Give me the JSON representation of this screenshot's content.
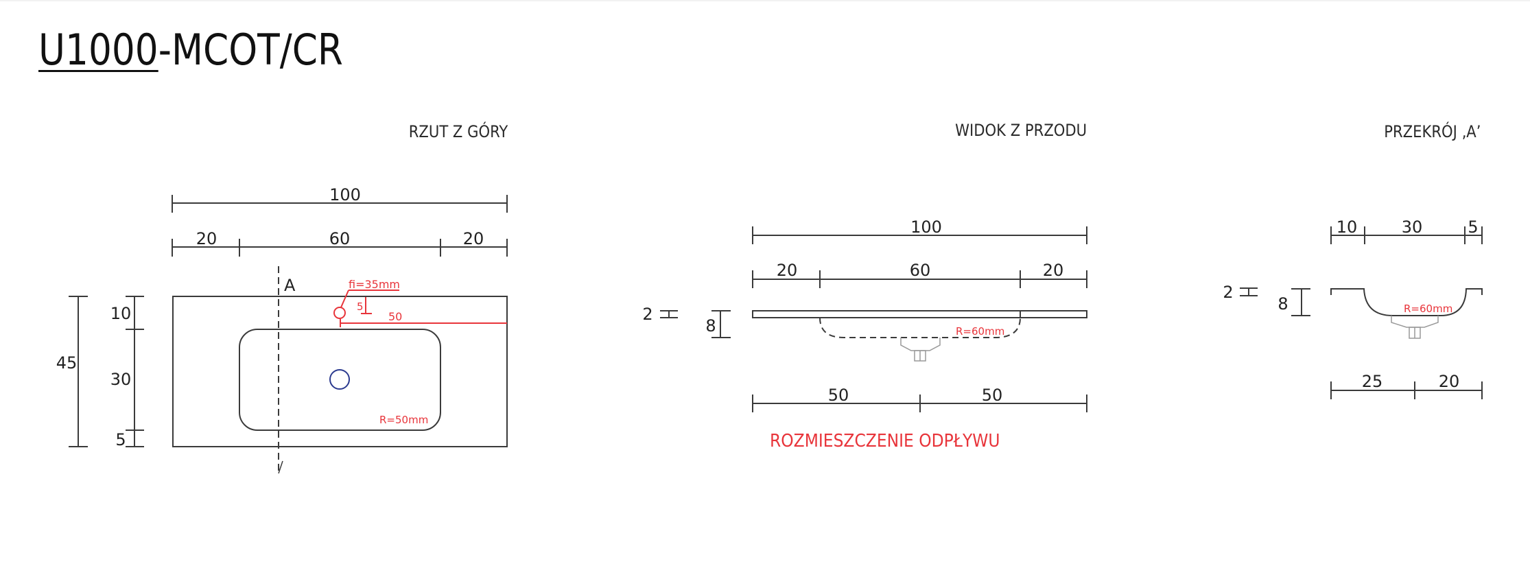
{
  "product": {
    "code_underlined": "U1000",
    "code_rest": "-MCOT/CR"
  },
  "colors": {
    "line": "#3a3a3a",
    "annotation_red": "#e8343a",
    "drain_blue": "#2b3a8f"
  },
  "views": {
    "top": {
      "title": "RZUT Z GÓRY",
      "width_total": "100",
      "width_segments": [
        "20",
        "60",
        "20"
      ],
      "depth_total": "45",
      "depth_segments": [
        "10",
        "30",
        "5"
      ],
      "section_marker": "A",
      "tap_hole_label": "fi=35mm",
      "tap_hole_offset_top": "5",
      "tap_hole_offset_side": "50",
      "basin_radius_label": "R=50mm"
    },
    "front": {
      "title": "WIDOK Z PRZODU",
      "width_total": "100",
      "width_segments": [
        "20",
        "60",
        "20"
      ],
      "slab_thickness": "2",
      "basin_depth": "8",
      "basin_radius_label": "R=60mm",
      "drain_segments": [
        "50",
        "50"
      ],
      "drain_caption": "ROZMIESZCZENIE ODPŁYWU"
    },
    "section": {
      "title": "PRZEKRÓJ ‚A’",
      "top_segments": [
        "10",
        "30",
        "5"
      ],
      "slab_thickness": "2",
      "basin_depth": "8",
      "basin_radius_label": "R=60mm",
      "bottom_segments": [
        "25",
        "20"
      ]
    }
  }
}
